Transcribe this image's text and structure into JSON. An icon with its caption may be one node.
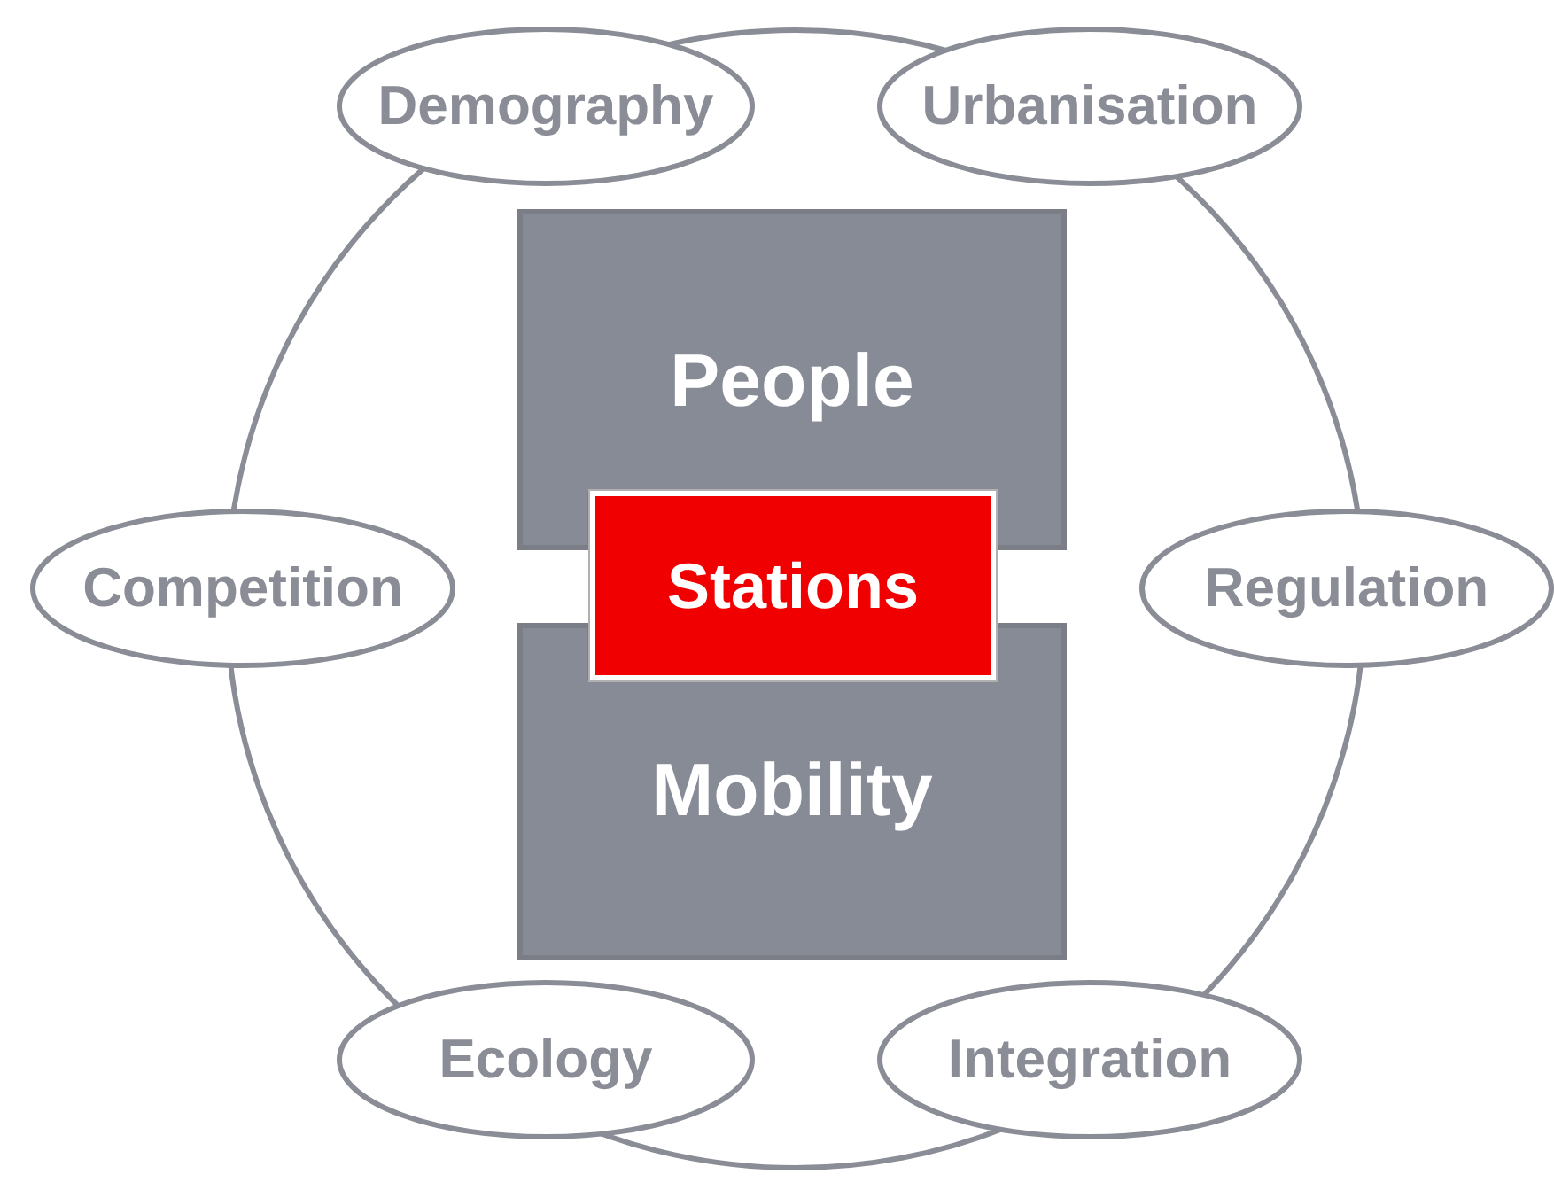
{
  "diagram": {
    "nodes": [
      {
        "text": [
          "Demography"
        ]
      },
      {
        "text": [
          "Urbanisation"
        ]
      },
      {
        "text": [
          "People"
        ]
      },
      {
        "text": [
          "Competition"
        ]
      },
      {
        "text": [
          "Stations"
        ]
      },
      {
        "text": [
          "Regulation"
        ]
      },
      {
        "text": [
          "Mobility"
        ]
      },
      {
        "text": [
          "Ecology"
        ]
      },
      {
        "text": [
          "Integration"
        ]
      }
    ]
  }
}
